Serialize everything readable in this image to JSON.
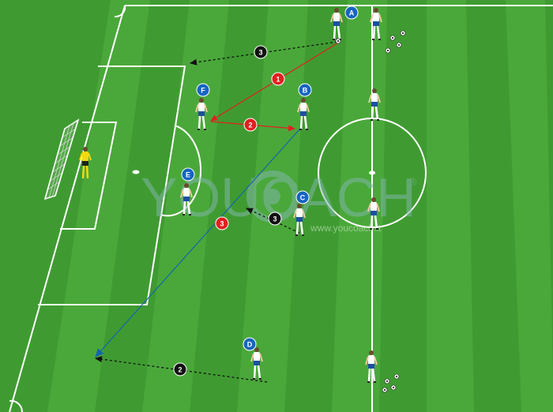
{
  "watermark": {
    "brand": "YouCoach",
    "brand_left": "YOUC",
    "brand_right": "ACH",
    "registered": "®",
    "url": "www.youcoach.it"
  },
  "players": {
    "a": {
      "label": "A"
    },
    "b": {
      "label": "B"
    },
    "c": {
      "label": "C"
    },
    "d": {
      "label": "D"
    },
    "e": {
      "label": "E"
    },
    "f": {
      "label": "F"
    }
  },
  "moves": {
    "pass_1": "1",
    "pass_2": "2",
    "pass_3": "3",
    "run_2": "2",
    "run_3_top": "3",
    "run_3_mid": "3"
  },
  "colors": {
    "pitch": "#3f9b31",
    "stripe": "#4aa83a",
    "lines": "#ffffff",
    "team": "#1565c0",
    "pass": "#e02020",
    "long_pass": "#1565a8",
    "run": "#111111",
    "keeper": "#f5d90a"
  }
}
